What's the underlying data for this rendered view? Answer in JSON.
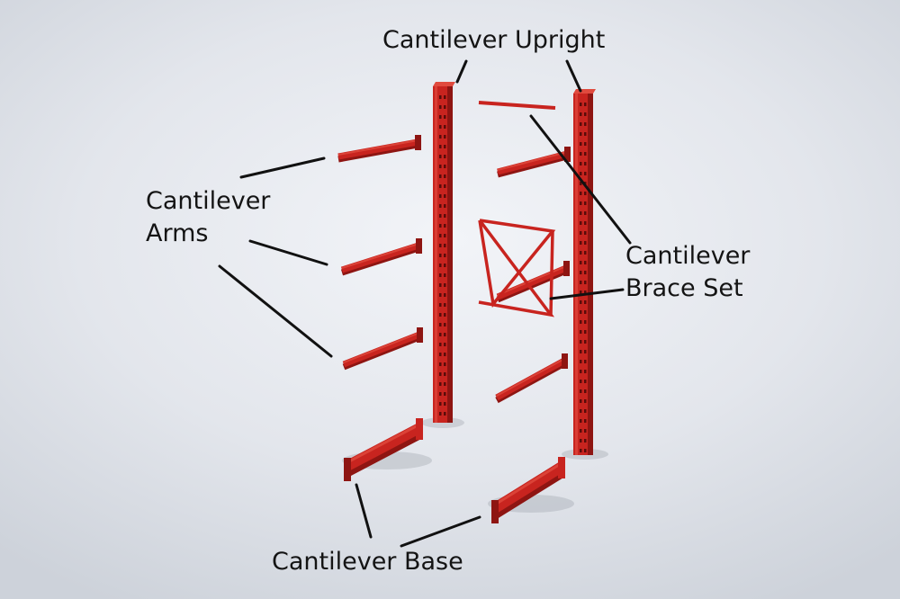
{
  "colors": {
    "steel": "#c8241f",
    "steel_dark": "#8e1512",
    "steel_light": "#e04a3e",
    "leader": "#111111",
    "hole": "#5a0c0a"
  },
  "labels": {
    "upright": "Cantilever Upright",
    "arms_line1": "Cantilever",
    "arms_line2": "Arms",
    "brace_line1": "Cantilever",
    "brace_line2": "Brace Set",
    "base": "Cantilever Base"
  }
}
